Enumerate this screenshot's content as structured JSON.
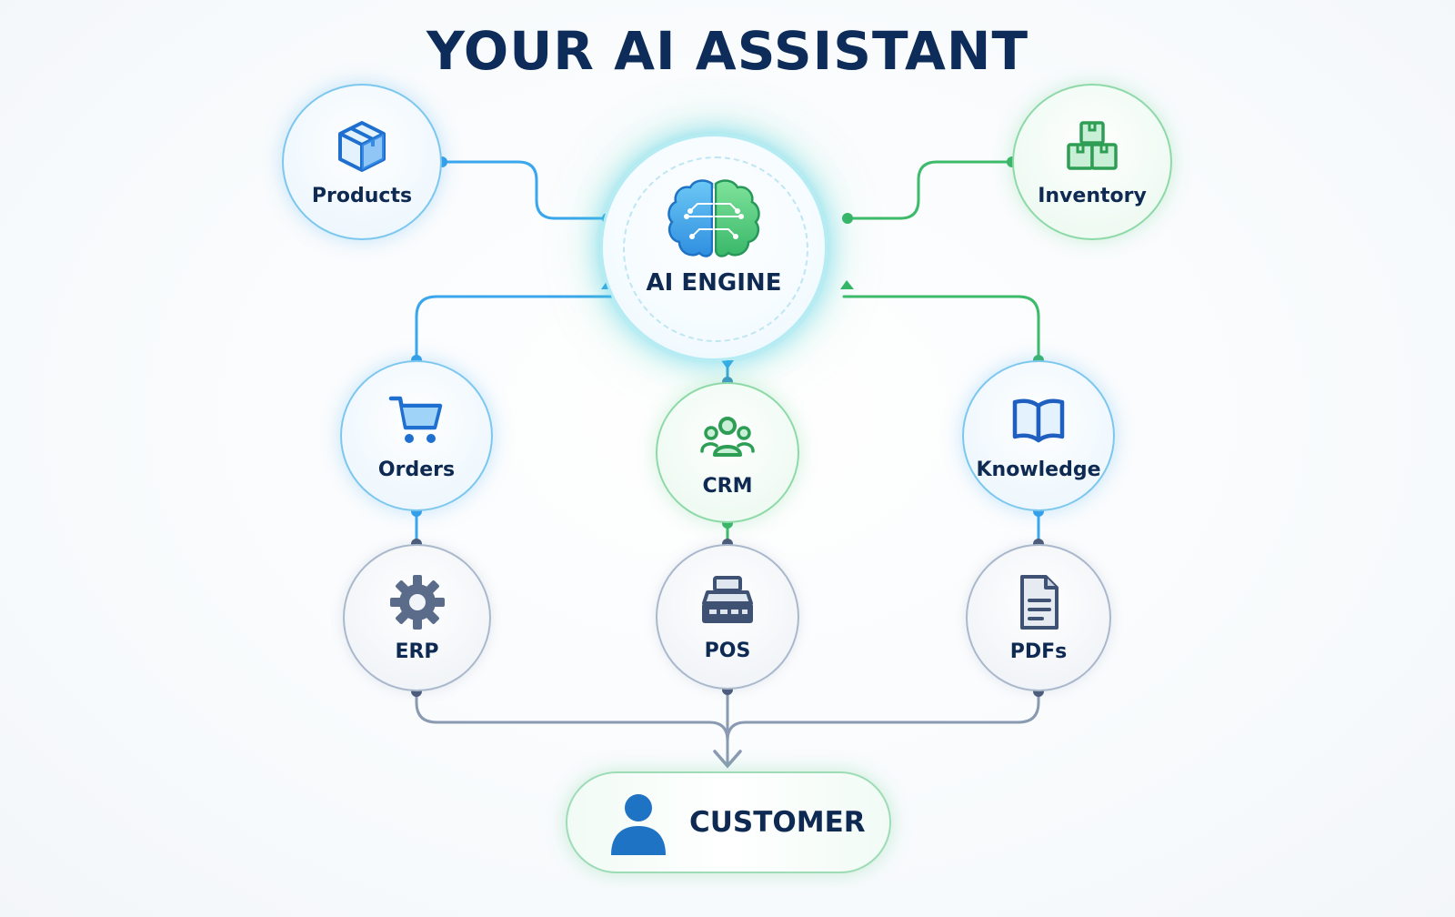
{
  "title": "YOUR AI ASSISTANT",
  "engine": {
    "label": "AI ENGINE",
    "icon": "brain-circuit-icon"
  },
  "nodes": {
    "products": {
      "label": "Products",
      "icon": "box-icon"
    },
    "inventory": {
      "label": "Inventory",
      "icon": "stacked-boxes-icon"
    },
    "orders": {
      "label": "Orders",
      "icon": "shopping-cart-icon"
    },
    "crm": {
      "label": "CRM",
      "icon": "users-group-icon"
    },
    "knowledge": {
      "label": "Knowledge",
      "icon": "open-book-icon"
    },
    "erp": {
      "label": "ERP",
      "icon": "gear-icon"
    },
    "pos": {
      "label": "POS",
      "icon": "cash-register-icon"
    },
    "pdfs": {
      "label": "PDFs",
      "icon": "document-icon"
    }
  },
  "customer": {
    "label": "CUSTOMER",
    "icon": "person-icon"
  },
  "colors": {
    "navy": "#0f2a52",
    "blue": "#3aa6ec",
    "green": "#3dba6a",
    "gray": "#7f8ea6"
  }
}
